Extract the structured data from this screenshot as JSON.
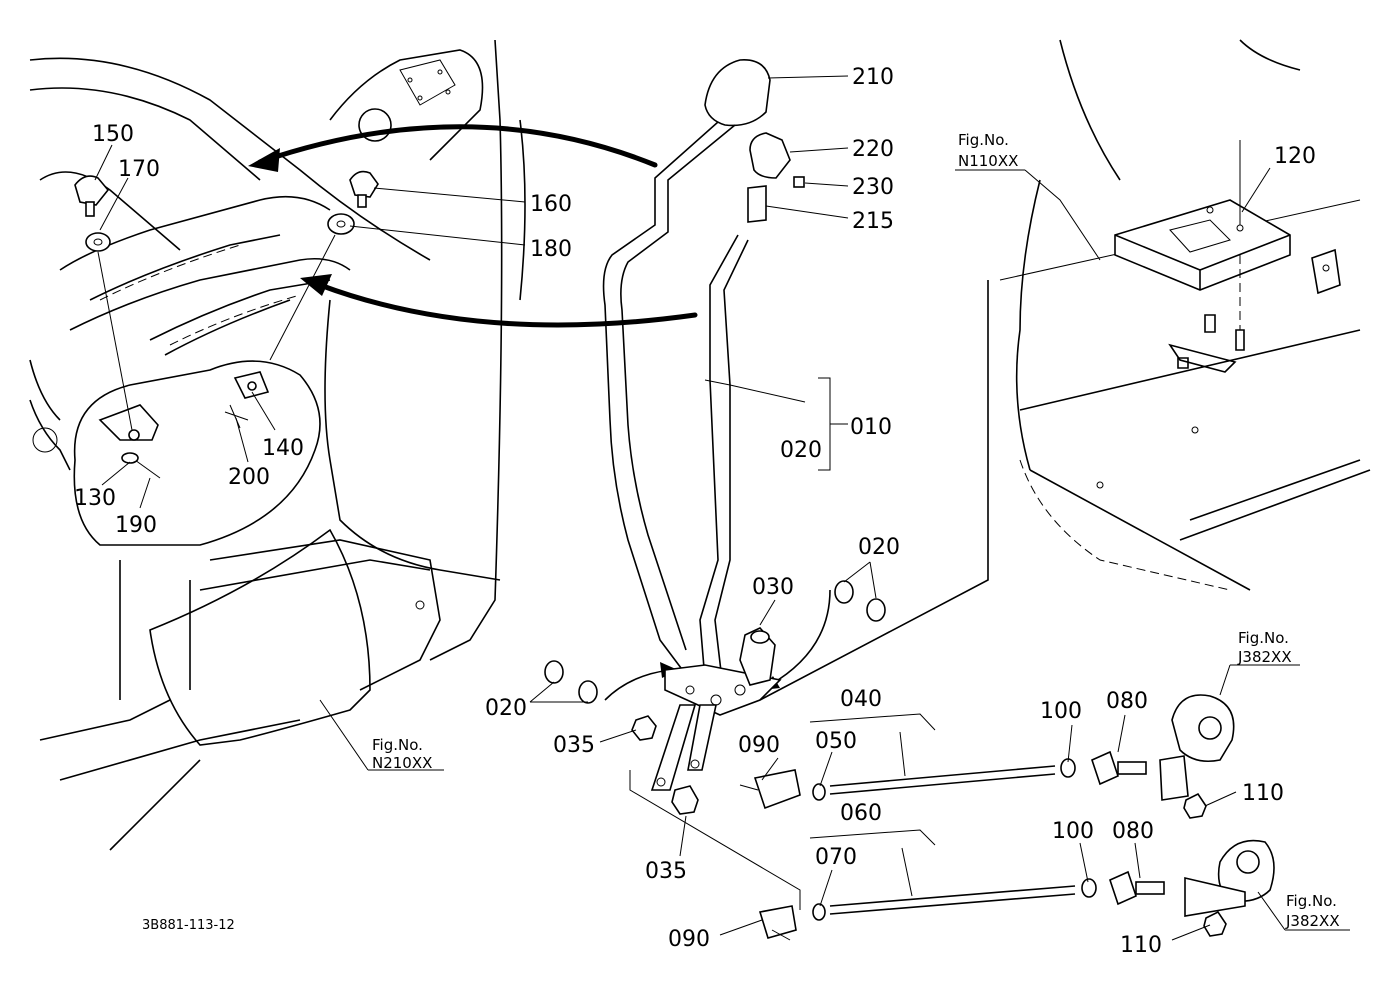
{
  "drawing_number": "3B881-113-12",
  "callouts": {
    "p210": "210",
    "p220": "220",
    "p230": "230",
    "p215": "215",
    "p160": "160",
    "p180": "180",
    "p150": "150",
    "p170": "170",
    "p140": "140",
    "p130": "130",
    "p190": "190",
    "p200": "200",
    "p120": "120",
    "p010": "010",
    "p020_a": "020",
    "p020_b": "020",
    "p020_c": "020",
    "p030": "030",
    "p035_a": "035",
    "p035_b": "035",
    "p040": "040",
    "p050": "050",
    "p060": "060",
    "p070": "070",
    "p080_a": "080",
    "p080_b": "080",
    "p090_a": "090",
    "p090_b": "090",
    "p100_a": "100",
    "p100_b": "100",
    "p110_a": "110",
    "p110_b": "110"
  },
  "figure_refs": {
    "n110_label": "Fig.No.",
    "n110_code": "N110XX",
    "n210_label": "Fig.No.",
    "n210_code": "N210XX",
    "j382a_label": "Fig.No.",
    "j382a_code": "J382XX",
    "j382b_label": "Fig.No.",
    "j382b_code": "J382XX"
  }
}
